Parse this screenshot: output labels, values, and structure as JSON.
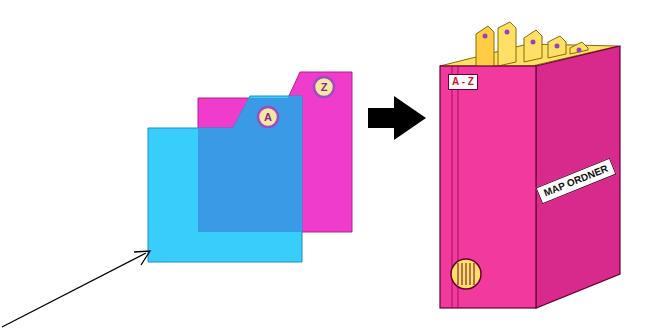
{
  "diagram": {
    "nodes": [
      {
        "text": [
          "Z"
        ]
      },
      {
        "text": [
          "A"
        ]
      },
      {
        "text": [
          "A - Z",
          "MAP ORDNER"
        ]
      }
    ],
    "edges": [
      {
        "from": 0,
        "to": 2,
        "arrow": "to"
      }
    ]
  }
}
